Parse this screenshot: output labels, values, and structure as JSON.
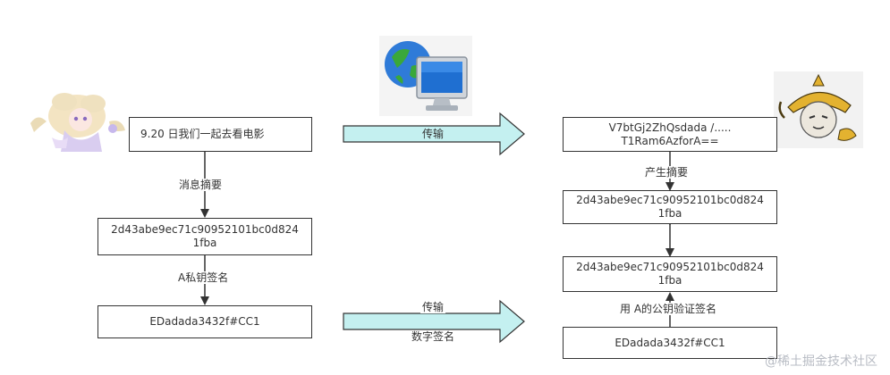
{
  "left": {
    "message": "9.20 日我们一起去看电影",
    "digest_label": "消息摘要",
    "digest": "2d43abe9ec71c90952101bc0d824\n1fba",
    "sign_label": "A私钥签名",
    "signature": "EDadada3432f#CC1"
  },
  "transfer": {
    "top_label": "传输",
    "bottom_label": "传输",
    "bottom_sublabel": "数字签名"
  },
  "right": {
    "ciphertext": "V7btGj2ZhQsdada /.....\nT1Ram6AzforA==",
    "digest_label": "产生摘要",
    "digest_top": "2d43abe9ec71c90952101bc0d824\n1fba",
    "digest_bottom": "2d43abe9ec71c90952101bc0d824\n1fba",
    "verify_label": "用 A的公钥验证签名",
    "signature": "EDadada3432f#CC1"
  },
  "icons": {
    "sender": "anime-girl-avatar-icon",
    "network": "globe-monitor-icon",
    "receiver": "cartoon-character-avatar-icon"
  },
  "colors": {
    "arrow_fill": "#c4f0f0",
    "stroke": "#333333"
  },
  "watermark": "@稀土掘金技术社区"
}
